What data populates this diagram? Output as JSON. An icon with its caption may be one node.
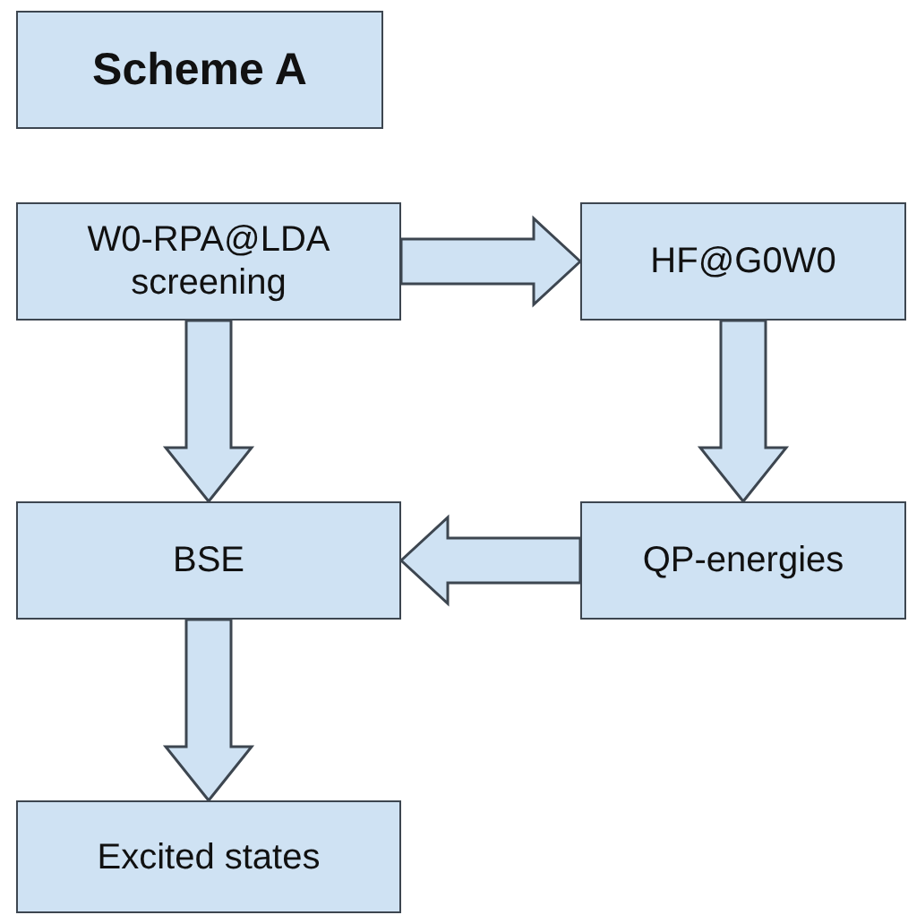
{
  "diagram": {
    "nodes": [
      {
        "text": [
          "Scheme A"
        ]
      },
      {
        "text": [
          "W0-RPA@LDA screening"
        ]
      },
      {
        "text": [
          "HF@G0W0"
        ]
      },
      {
        "text": [
          "BSE"
        ]
      },
      {
        "text": [
          "QP-energies"
        ]
      },
      {
        "text": [
          "Excited states"
        ]
      }
    ],
    "edges": [
      {
        "from": 1,
        "to": 2,
        "arrow": "to"
      },
      {
        "from": 1,
        "to": 3,
        "arrow": "to"
      },
      {
        "from": 2,
        "to": 4,
        "arrow": "to"
      },
      {
        "from": 4,
        "to": 3,
        "arrow": "to"
      },
      {
        "from": 3,
        "to": 5,
        "arrow": "to"
      }
    ]
  }
}
